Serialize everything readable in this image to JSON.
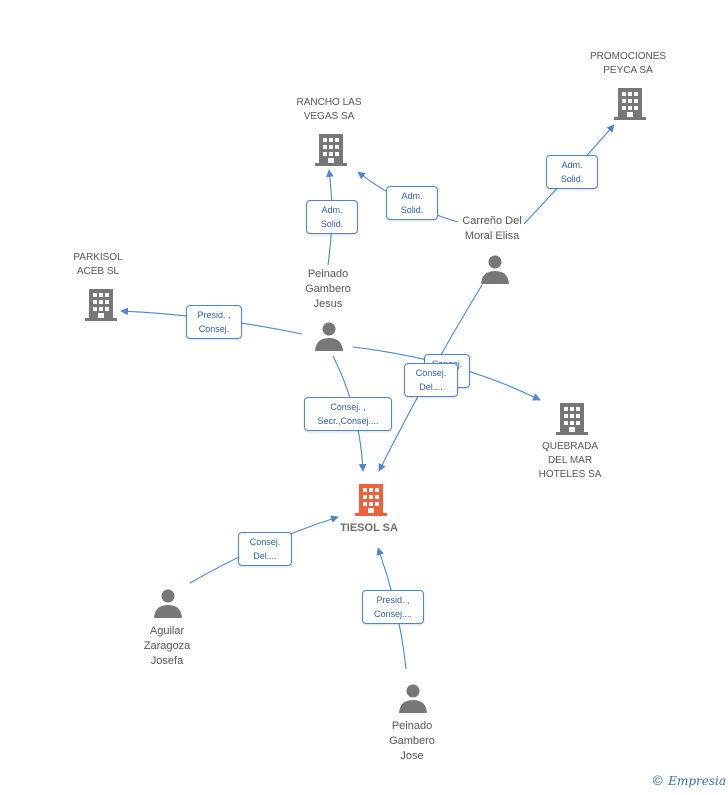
{
  "colors": {
    "edge": "#4a86d4",
    "node_gray": "#777777",
    "focus": "#f0603a",
    "label_text": "#555555"
  },
  "nodes": {
    "promociones": {
      "label": "PROMOCIONES\nPEYCA SA",
      "icon": "building-icon"
    },
    "rancho": {
      "label": "RANCHO LAS\nVEGAS SA",
      "icon": "building-icon"
    },
    "parkisol": {
      "label": "PARKISOL\nACEB SL",
      "icon": "building-icon"
    },
    "quebrada": {
      "label": "QUEBRADA\nDEL MAR\nHOTELES SA",
      "icon": "building-icon"
    },
    "tiesol": {
      "label": "TIESOL SA",
      "icon": "building-icon"
    },
    "carreno": {
      "label": "Carreño Del\nMoral Elisa",
      "icon": "person-icon"
    },
    "peinado_jesus": {
      "label": "Peinado\nGambero\nJesus",
      "icon": "person-icon"
    },
    "aguilar": {
      "label": "Aguilar\nZaragoza\nJosefa",
      "icon": "person-icon"
    },
    "peinado_jose": {
      "label": "Peinado\nGambero\nJose",
      "icon": "person-icon"
    }
  },
  "edges": {
    "carreno_promociones": "Adm.\nSolid.",
    "carreno_rancho": "Adm.\nSolid.",
    "jesus_rancho": "Adm.\nSolid.",
    "jesus_parkisol": "Presid. ,\nConsej.",
    "jesus_quebrada": "Consej.\nDel....",
    "carreno_tiesol": "Consej.\nDel....",
    "jesus_tiesol": "Consej. ,\nSecr.,Consej....",
    "aguilar_tiesol": "Consej.\nDel....",
    "jose_tiesol": "Presid. ,\nConsej...."
  },
  "watermark": {
    "symbol": "©",
    "brand": "Empresia"
  }
}
